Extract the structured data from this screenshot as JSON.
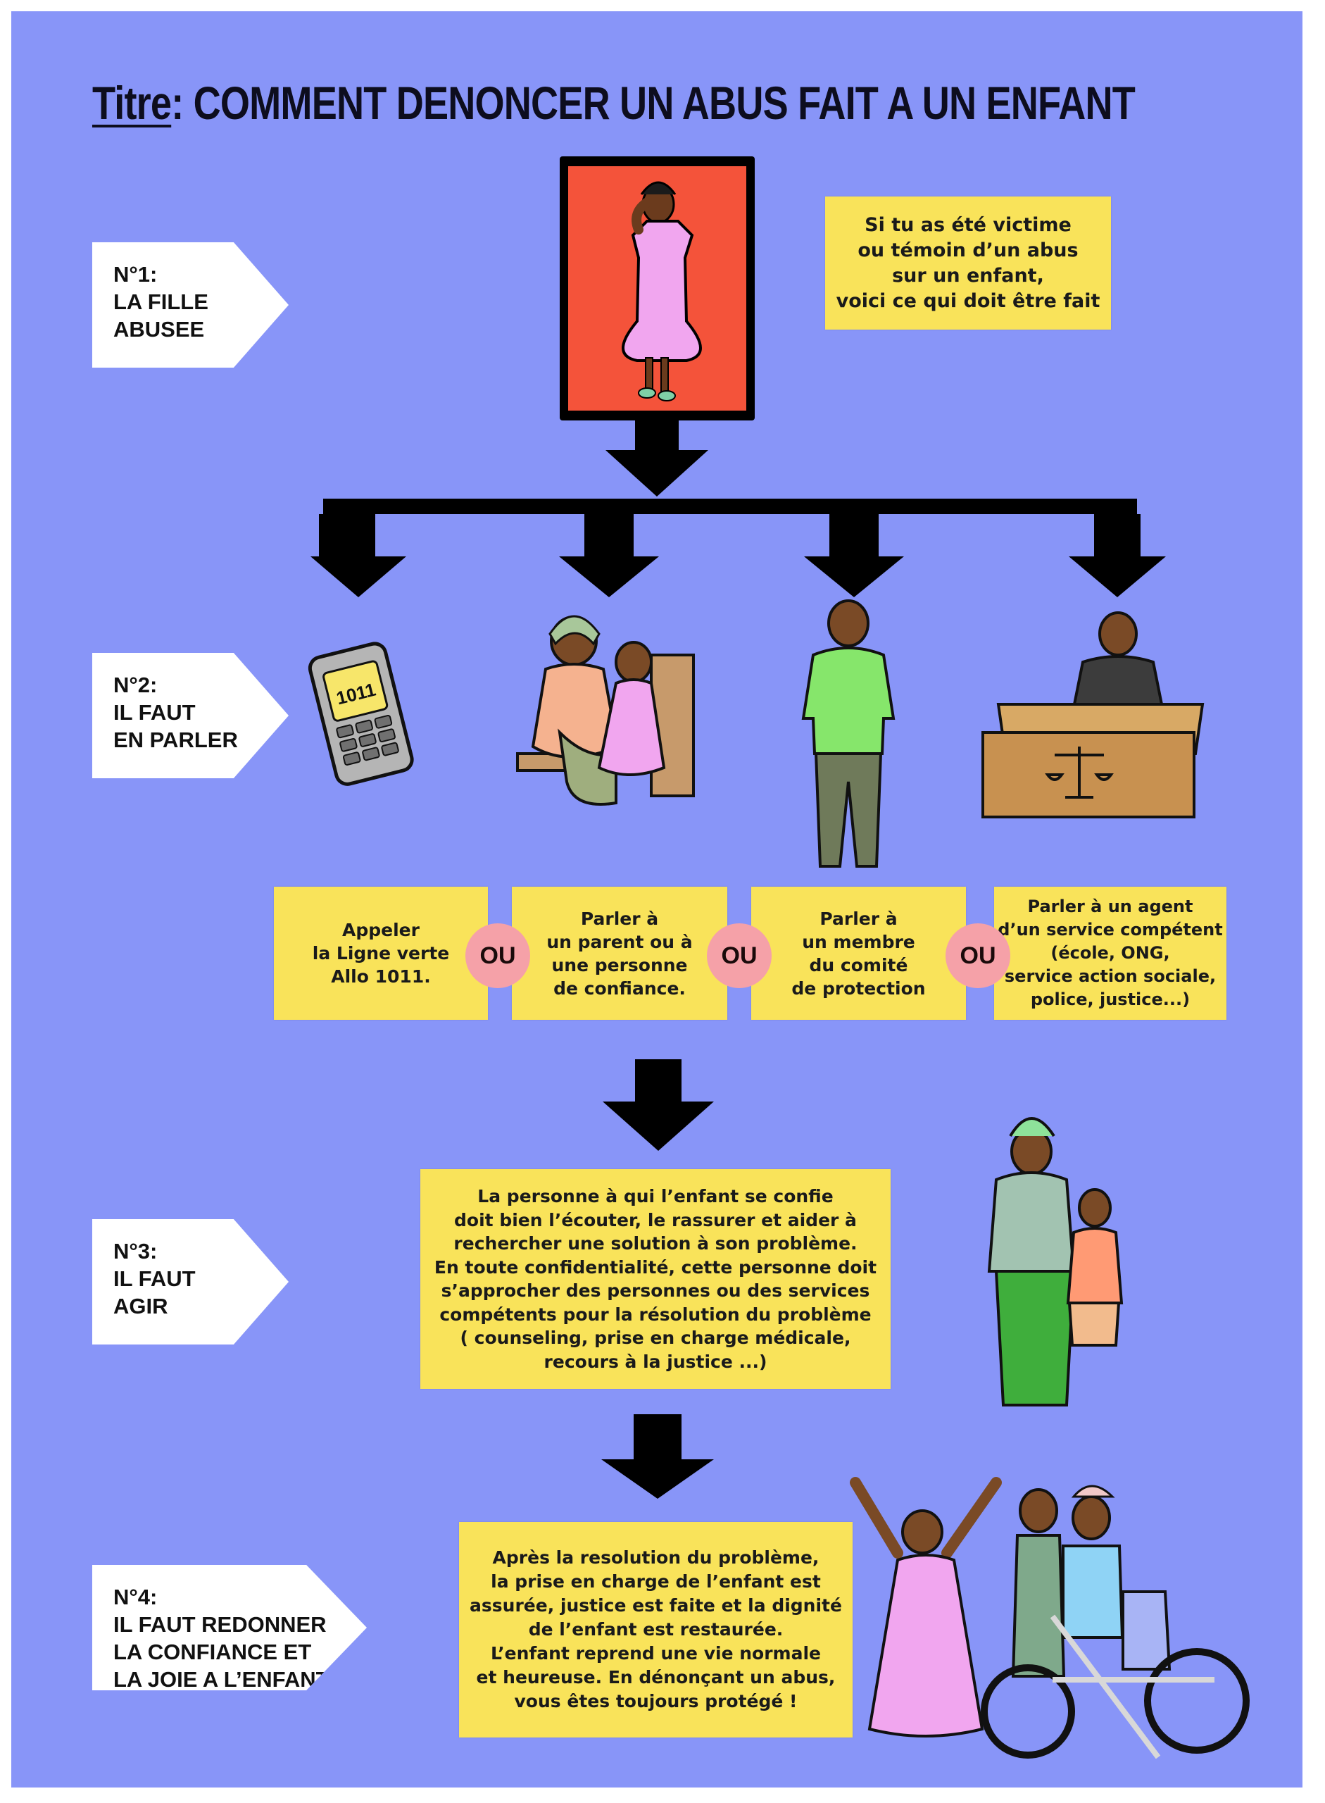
{
  "title": {
    "lead": "Titre",
    "text": ": COMMENT DENONCER UN ABUS FAIT A UN ENFANT"
  },
  "steps": [
    {
      "number": "N°1:",
      "text": "LA FILLE\nABUSEE"
    },
    {
      "number": "N°2:",
      "text": "IL FAUT\nEN PARLER"
    },
    {
      "number": "N°3:",
      "text": "IL FAUT\nAGIR"
    },
    {
      "number": "N°4:",
      "text": "IL FAUT REDONNER\nLA CONFIANCE ET\nLA JOIE A L’ENFANT"
    }
  ],
  "intro_box": "Si tu as été victime\nou témoin d’un abus\nsur un enfant,\nvoici ce qui doit être fait",
  "options": [
    "Appeler\nla Ligne verte\nAllo 1011.",
    "Parler à\nun parent ou à\nune personne\nde confiance.",
    "Parler à\nun membre\ndu comité\nde protection",
    "Parler à un agent\nd’un service compétent\n(école, ONG,\nservice action sociale,\npolice, justice...)"
  ],
  "or_label": "OU",
  "phone_screen": "1011",
  "action_box": "La personne à qui l’enfant se confie\ndoit bien l’écouter, le rassurer et aider à\nrechercher une solution à son problème.\nEn toute confidentialité, cette personne doit\ns’approcher des personnes ou des services\ncompétents pour la résolution du problème\n( counseling, prise en charge médicale,\nrecours à la justice ...)",
  "outcome_box": "Après la resolution du problème,\nla prise en charge de l’enfant est\nassurée, justice est faite et la dignité\nde l’enfant est restaurée.\nL’enfant reprend une vie normale\net heureuse. En dénonçant un abus,\nvous êtes toujours protégé !",
  "colors": {
    "background": "#8895f8",
    "box_yellow": "#f9e35a",
    "victim_panel": "#f4533a",
    "or_circle": "#f5a1a8",
    "arrow": "#000000"
  }
}
